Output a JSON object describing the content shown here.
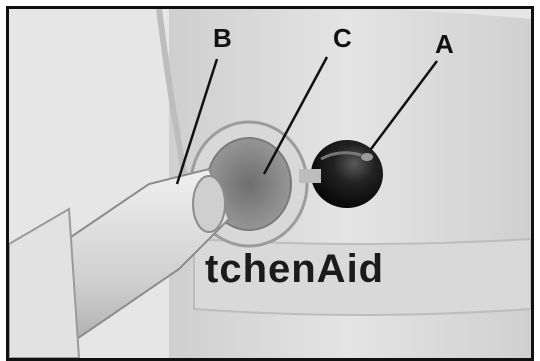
{
  "figure": {
    "callouts": [
      {
        "letter": "A",
        "target": "attachment-knob"
      },
      {
        "letter": "B",
        "target": "attachment-shaft"
      },
      {
        "letter": "C",
        "target": "attachment-hub-socket"
      }
    ],
    "brand_text": "tchenAid"
  },
  "colors": {
    "background": "#e9e9e9",
    "ink": "#111111",
    "knob": "#1a1a1a",
    "shaft": "#d4d4d4"
  }
}
